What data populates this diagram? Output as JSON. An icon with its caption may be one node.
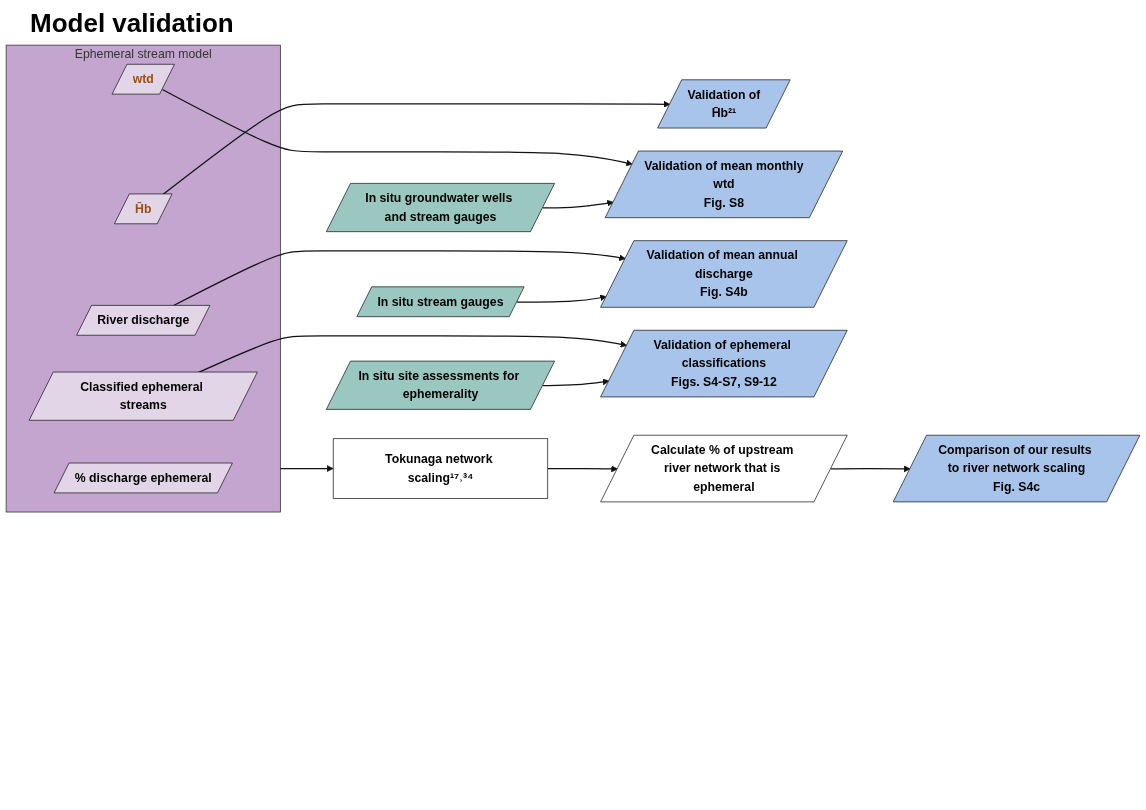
{
  "diagram": {
    "title": "Model validation",
    "nodes": [
      {
        "text": [
          "Ephemeral stream model"
        ]
      },
      {
        "text": [
          "H̄b"
        ],
        "in": 0
      },
      {
        "text": [
          "wtd"
        ],
        "in": 0
      },
      {
        "text": [
          "River discharge"
        ],
        "in": 0
      },
      {
        "text": [
          "Classified ephemeral streams"
        ],
        "in": 0
      },
      {
        "text": [
          "% discharge ephemeral"
        ],
        "in": 0
      },
      {
        "text": [
          "In situ groundwater wells and stream gauges"
        ]
      },
      {
        "text": [
          "In situ stream gauges"
        ]
      },
      {
        "text": [
          "In situ site assessments for ephemerality"
        ]
      },
      {
        "text": [
          "Validation of",
          "H̄b²¹"
        ]
      },
      {
        "text": [
          "Validation of mean monthly",
          "wtd",
          "Fig. S8"
        ]
      },
      {
        "text": [
          "Validation of mean annual discharge",
          "Fig. S4b"
        ]
      },
      {
        "text": [
          "Validation of ephemeral classifications",
          "Figs. S4-S7, S9-12"
        ]
      },
      {
        "text": [
          "Tokunaga network scaling¹⁷˒³⁴"
        ]
      },
      {
        "text": [
          "Calculate % of upstream river network that is ephemeral"
        ]
      },
      {
        "text": [
          "Comparison of our results to river network scaling",
          "Fig. S4c"
        ]
      }
    ],
    "edges": [
      {
        "from": 1,
        "to": 9,
        "arrow": "to"
      },
      {
        "from": 2,
        "to": 10,
        "arrow": "to"
      },
      {
        "from": 6,
        "to": 10,
        "arrow": "to"
      },
      {
        "from": 3,
        "to": 11,
        "arrow": "to"
      },
      {
        "from": 7,
        "to": 11,
        "arrow": "to"
      },
      {
        "from": 4,
        "to": 12,
        "arrow": "to"
      },
      {
        "from": 8,
        "to": 12,
        "arrow": "to"
      },
      {
        "from": 0,
        "to": 13,
        "arrow": "to"
      },
      {
        "from": 13,
        "to": 14,
        "arrow": "to"
      },
      {
        "from": 14,
        "to": 15,
        "arrow": "to"
      }
    ]
  }
}
